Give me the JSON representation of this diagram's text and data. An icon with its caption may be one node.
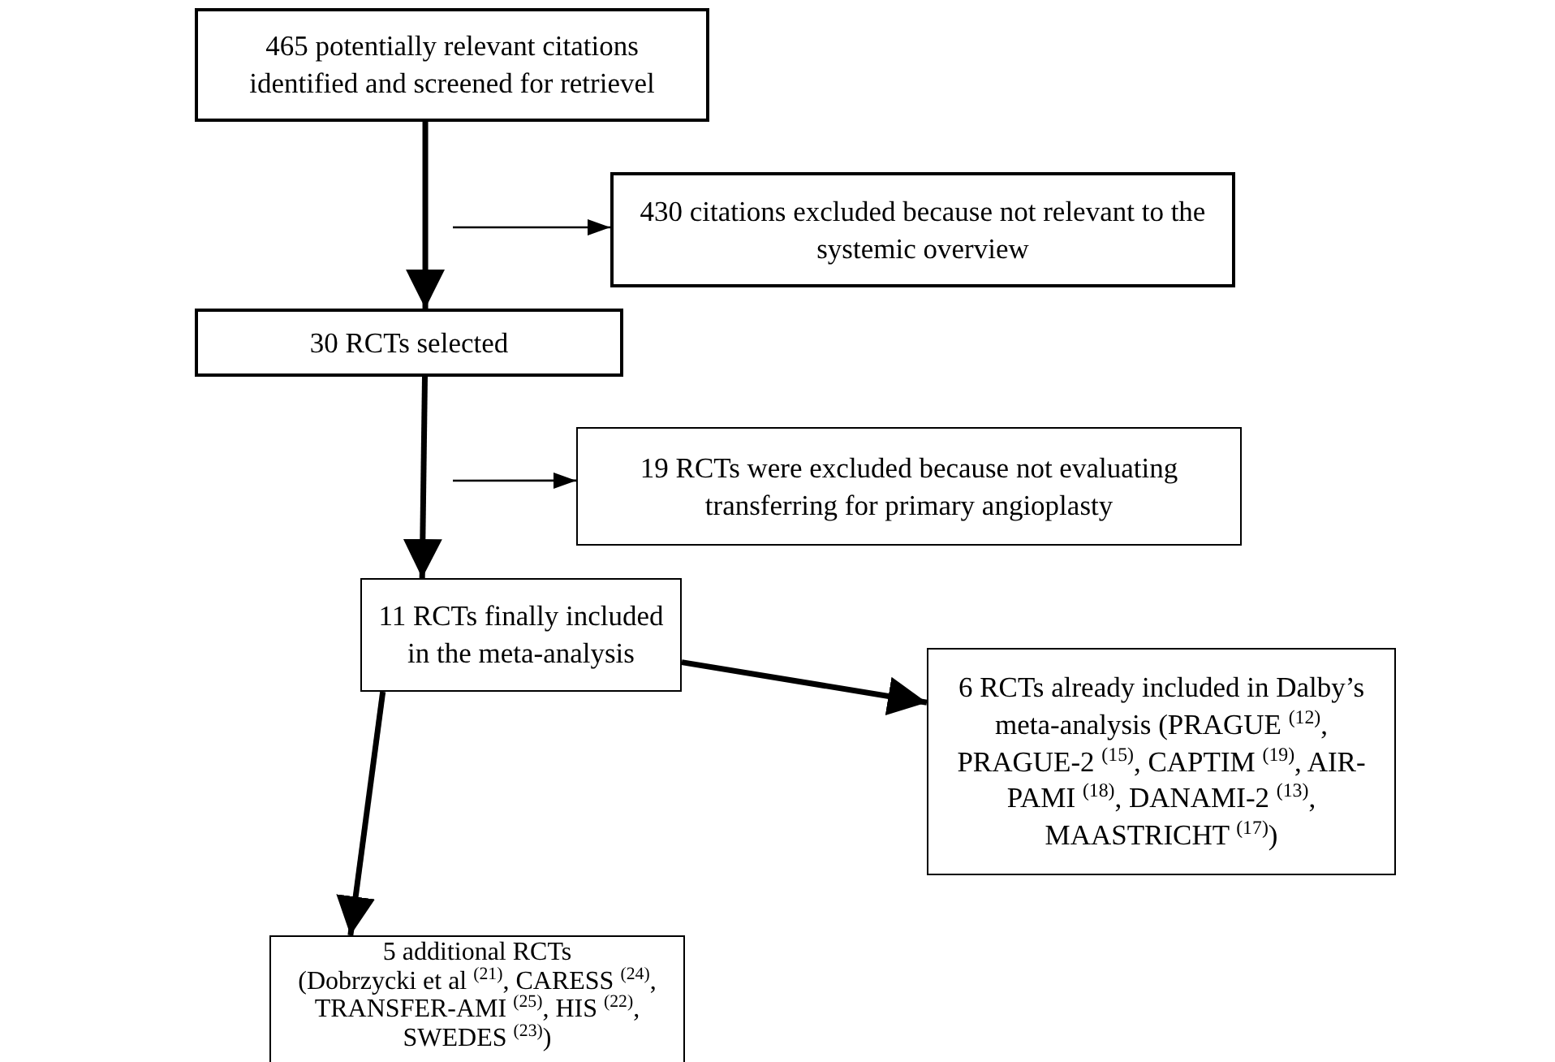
{
  "diagram": {
    "nodes": [
      {
        "text": [
          "465 potentially relevant citations identified and screened for retrievel"
        ]
      },
      {
        "text": [
          "430 citations excluded because not relevant to the systemic overview"
        ]
      },
      {
        "text": [
          "30 RCTs selected"
        ]
      },
      {
        "text": [
          "19 RCTs were excluded because not evaluating transferring for primary angioplasty"
        ]
      },
      {
        "text": [
          "11 RCTs finally included in the meta-analysis"
        ]
      },
      {
        "text": [
          "6 RCTs already included in Dalby’s meta-analysis (PRAGUE $^{(12)}$, PRAGUE-2 $^{(15)}$, CAPTIM $^{(19)}$, AIR-PAMI $^{(18)}$, DANAMI-2 $^{(13)}$, MAASTRICHT $^{(17)}$)"
        ]
      },
      {
        "text": [
          "5 additional RCTs",
          "(Dobrzycki et al $^{(21)}$, CARESS $^{(24)}$, TRANSFER-AMI $^{(25)}$, HIS $^{(22)}$, SWEDES $^{(23)}$)"
        ]
      }
    ],
    "edges": [
      {
        "from": 0,
        "to": 2,
        "arrow": "to"
      },
      {
        "from": null,
        "to": 1,
        "arrow": "to"
      },
      {
        "from": 2,
        "to": 4,
        "arrow": "to"
      },
      {
        "from": null,
        "to": 3,
        "arrow": "to"
      },
      {
        "from": 4,
        "to": 5,
        "arrow": "to"
      },
      {
        "from": 4,
        "to": 6,
        "arrow": "to"
      }
    ]
  }
}
